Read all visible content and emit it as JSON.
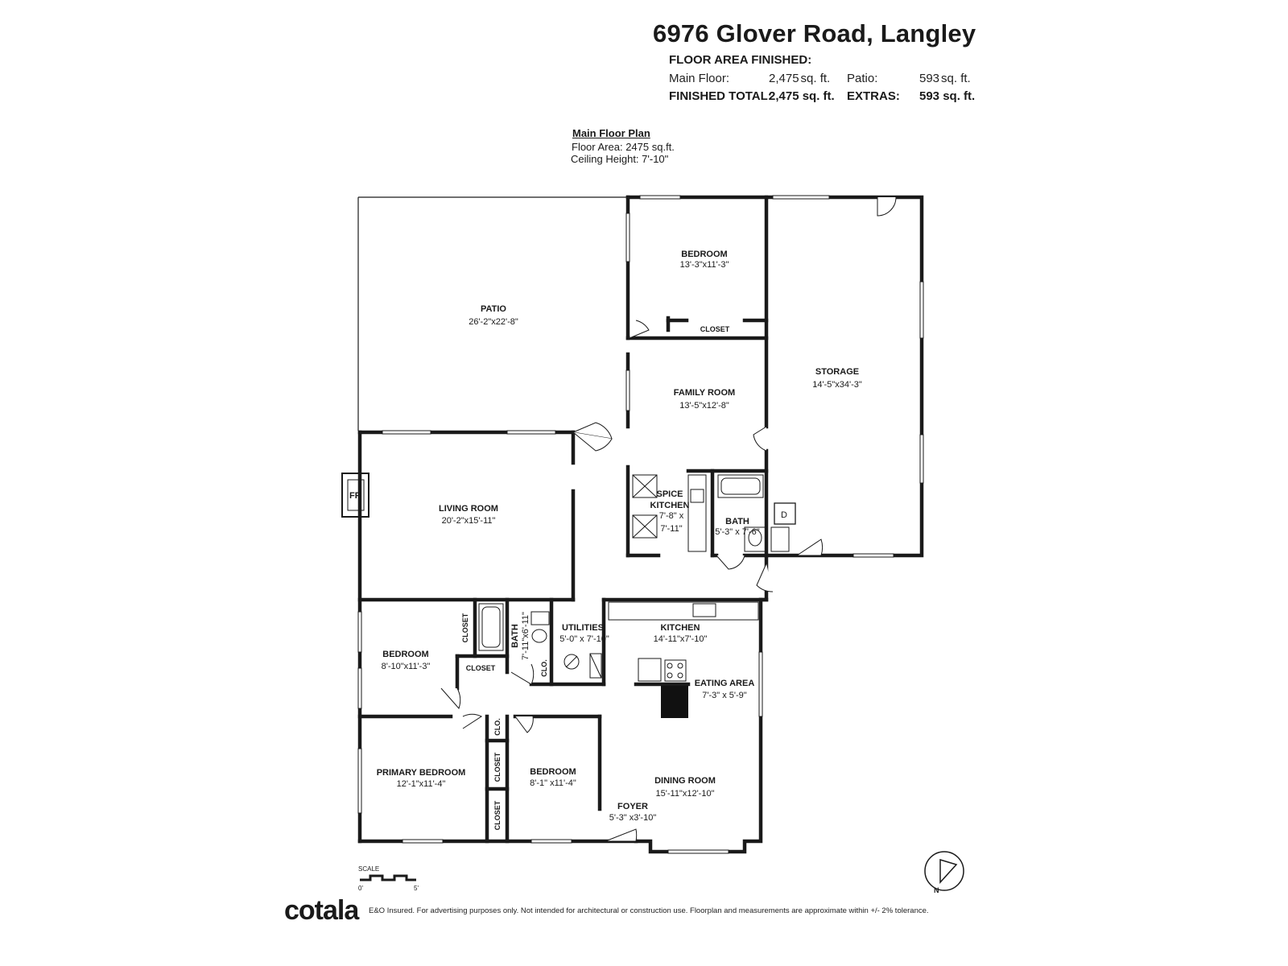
{
  "header": {
    "address": "6976 Glover Road, Langley",
    "section_label": "FLOOR AREA FINISHED:",
    "main_floor_label": "Main Floor:",
    "main_floor_value": "2,475",
    "main_floor_unit": "sq. ft.",
    "patio_label": "Patio:",
    "patio_value": "593",
    "patio_unit": "sq. ft.",
    "total_label": "FINISHED TOTAL:",
    "total_value": "2,475 sq. ft.",
    "extras_label": "EXTRAS:",
    "extras_value": "593 sq. ft."
  },
  "plan_info": {
    "title": "Main Floor Plan",
    "floor_area": "Floor Area: 2475 sq.ft.",
    "ceiling_height": "Ceiling Height: 7'-10\""
  },
  "rooms": {
    "patio": {
      "name": "PATIO",
      "dims": "26'-2\"x22'-8\""
    },
    "bedroom_top": {
      "name": "BEDROOM",
      "dims": "13'-3\"x11'-3\""
    },
    "closet_top": {
      "name": "CLOSET"
    },
    "storage": {
      "name": "STORAGE",
      "dims": "14'-5\"x34'-3\""
    },
    "family_room": {
      "name": "FAMILY ROOM",
      "dims": "13'-5\"x12'-8\""
    },
    "living_room": {
      "name": "LIVING ROOM",
      "dims": "20'-2\"x15'-11\""
    },
    "fireplace": {
      "name": "FP"
    },
    "spice_kitchen": {
      "name1": "SPICE",
      "name2": "KITCHEN",
      "dims1": "7'-8\" x",
      "dims2": "7'-11\""
    },
    "bath_main": {
      "name": "BATH",
      "dims": "5'-3\" x 7'-6\""
    },
    "dryer": {
      "name": "D"
    },
    "bedroom_left": {
      "name": "BEDROOM",
      "dims": "8'-10\"x11'-3\""
    },
    "closet_left_v": {
      "name": "CLOSET"
    },
    "closet_left_h": {
      "name": "CLOSET"
    },
    "bath_small": {
      "name": "BATH",
      "dims": "7'-11\"x6'-11\""
    },
    "clo_bath": {
      "name": "CLO."
    },
    "utilities": {
      "name": "UTILITIES",
      "dims": "5'-0\" x 7'-10\""
    },
    "kitchen": {
      "name": "KITCHEN",
      "dims": "14'-11\"x7'-10\""
    },
    "eating_area": {
      "name": "EATING AREA",
      "dims": "7'-3\" x 5'-9\""
    },
    "primary_bedroom": {
      "name": "PRIMARY BEDROOM",
      "dims": "12'-1\"x11'-4\""
    },
    "clo_hall": {
      "name": "CLO."
    },
    "closet_mid_1": {
      "name": "CLOSET"
    },
    "closet_mid_2": {
      "name": "CLOSET"
    },
    "bedroom_bottom": {
      "name": "BEDROOM",
      "dims": "8'-1\" x11'-4\""
    },
    "dining_room": {
      "name": "DINING ROOM",
      "dims": "15'-11\"x12'-10\""
    },
    "foyer": {
      "name": "FOYER",
      "dims": "5'-3\" x3'-10\""
    }
  },
  "scale": {
    "label": "SCALE",
    "min": "0'",
    "max": "5'"
  },
  "compass": {
    "label": "N"
  },
  "footer": {
    "logo": "cotala",
    "disclaimer": "E&O Insured. For advertising purposes only. Not intended for architectural or construction use. Floorplan and measurements are approximate within +/- 2% tolerance."
  },
  "colors": {
    "wall": "#1a1a1a",
    "background": "#ffffff"
  }
}
